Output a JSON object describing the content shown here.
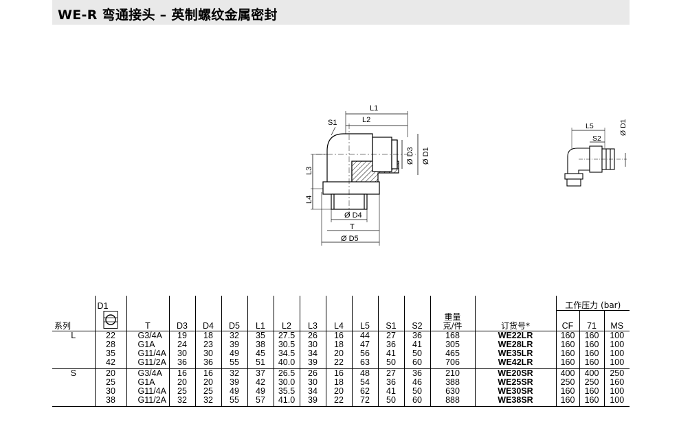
{
  "title": "WE-R  弯通接头 – 英制螺纹金属密封",
  "drawing_labels": {
    "l1": "L1",
    "l2": "L2",
    "l3": "L3",
    "l4": "L4",
    "l5": "L5",
    "s1": "S1",
    "s2": "S2",
    "d1": "Ø D1",
    "d3": "Ø D3",
    "d4": "Ø D4",
    "d5": "Ø D5",
    "t": "T",
    "d1_small": "Ø D1"
  },
  "table": {
    "header": {
      "series": "系列",
      "d1": "D1",
      "t": "T",
      "d3": "D3",
      "d4": "D4",
      "d5": "D5",
      "l1": "L1",
      "l2": "L2",
      "l3": "L3",
      "l4": "L4",
      "l5": "L5",
      "s1": "S1",
      "s2": "S2",
      "weight_top": "重量",
      "weight_unit": "克/件",
      "order": "订货号*",
      "pressure": "工作压力 (bar)",
      "cf": "CF",
      "p71": "71",
      "ms": "MS"
    },
    "groups": [
      {
        "series": "L",
        "rows": [
          {
            "d1": "22",
            "t": "G3/4A",
            "d3": "19",
            "d4": "18",
            "d5": "32",
            "l1": "35",
            "l2": "27.5",
            "l3": "26",
            "l4": "16",
            "l5": "44",
            "s1": "27",
            "s2": "36",
            "weight": "168",
            "order": "WE22LR",
            "cf": "160",
            "p71": "160",
            "ms": "100"
          },
          {
            "d1": "28",
            "t": "G1A",
            "d3": "24",
            "d4": "23",
            "d5": "39",
            "l1": "38",
            "l2": "30.5",
            "l3": "30",
            "l4": "18",
            "l5": "47",
            "s1": "36",
            "s2": "41",
            "weight": "305",
            "order": "WE28LR",
            "cf": "160",
            "p71": "160",
            "ms": "100"
          },
          {
            "d1": "35",
            "t": "G11/4A",
            "d3": "30",
            "d4": "30",
            "d5": "49",
            "l1": "45",
            "l2": "34.5",
            "l3": "34",
            "l4": "20",
            "l5": "56",
            "s1": "41",
            "s2": "50",
            "weight": "465",
            "order": "WE35LR",
            "cf": "160",
            "p71": "160",
            "ms": "100"
          },
          {
            "d1": "42",
            "t": "G11/2A",
            "d3": "36",
            "d4": "36",
            "d5": "55",
            "l1": "51",
            "l2": "40.0",
            "l3": "39",
            "l4": "22",
            "l5": "63",
            "s1": "50",
            "s2": "60",
            "weight": "706",
            "order": "WE42LR",
            "cf": "160",
            "p71": "160",
            "ms": "100"
          }
        ]
      },
      {
        "series": "S",
        "rows": [
          {
            "d1": "20",
            "t": "G3/4A",
            "d3": "16",
            "d4": "16",
            "d5": "32",
            "l1": "37",
            "l2": "26.5",
            "l3": "26",
            "l4": "16",
            "l5": "48",
            "s1": "27",
            "s2": "36",
            "weight": "210",
            "order": "WE20SR",
            "cf": "400",
            "p71": "400",
            "ms": "250"
          },
          {
            "d1": "25",
            "t": "G1A",
            "d3": "20",
            "d4": "20",
            "d5": "39",
            "l1": "42",
            "l2": "30.0",
            "l3": "30",
            "l4": "18",
            "l5": "54",
            "s1": "36",
            "s2": "46",
            "weight": "388",
            "order": "WE25SR",
            "cf": "250",
            "p71": "250",
            "ms": "160"
          },
          {
            "d1": "30",
            "t": "G11/4A",
            "d3": "25",
            "d4": "25",
            "d5": "49",
            "l1": "49",
            "l2": "35.5",
            "l3": "34",
            "l4": "20",
            "l5": "62",
            "s1": "41",
            "s2": "50",
            "weight": "630",
            "order": "WE30SR",
            "cf": "160",
            "p71": "160",
            "ms": "100"
          },
          {
            "d1": "38",
            "t": "G11/2A",
            "d3": "32",
            "d4": "32",
            "d5": "55",
            "l1": "57",
            "l2": "41.0",
            "l3": "39",
            "l4": "22",
            "l5": "72",
            "s1": "50",
            "s2": "60",
            "weight": "888",
            "order": "WE38SR",
            "cf": "160",
            "p71": "160",
            "ms": "100"
          }
        ]
      }
    ]
  }
}
